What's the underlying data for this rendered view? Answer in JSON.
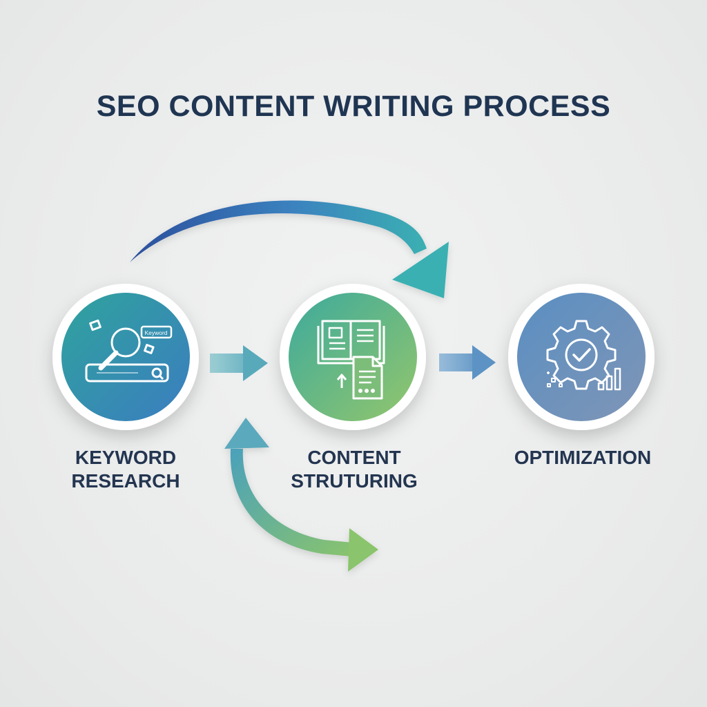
{
  "title": "SEO CONTENT WRITING PROCESS",
  "steps": [
    {
      "line1": "KEYWORD",
      "line2": "RESEARCH",
      "icon": "keyword-search-icon",
      "search_tag": "Keyword",
      "colors": [
        "#2f9c9a",
        "#3b7fbf"
      ]
    },
    {
      "line1": "CONTENT",
      "line2": "STRUTURING",
      "icon": "document-structure-icon",
      "colors": [
        "#3fae9a",
        "#8cc46f"
      ]
    },
    {
      "line1": "OPTIMIZATION",
      "line2": "",
      "icon": "gear-check-icon",
      "colors": [
        "#5b8fbf",
        "#7e97b8"
      ]
    }
  ],
  "colors": {
    "title": "#1f3552",
    "label": "#233550",
    "top_arrow": [
      "#2e5fa8",
      "#3aa9b5"
    ],
    "bottom_arrow": [
      "#4aa3b8",
      "#8cc46f"
    ]
  }
}
